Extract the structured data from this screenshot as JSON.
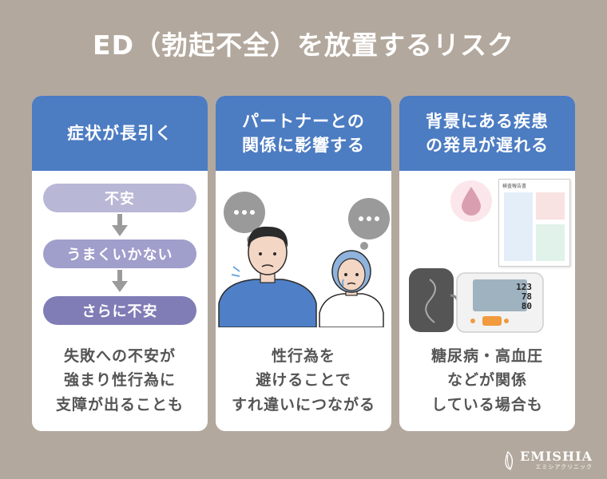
{
  "title": "ED（勃起不全）を放置するリスク",
  "cards": [
    {
      "heading_lines": [
        "症状が長引く"
      ],
      "flow": [
        "不安",
        "うまくいかない",
        "さらに不安"
      ],
      "body_lines": [
        "失敗への不安が",
        "強まり性行為に",
        "支障が出ることも"
      ]
    },
    {
      "heading_lines": [
        "パートナーとの",
        "関係に影響する"
      ],
      "bubble_text": "…",
      "body_lines": [
        "性行為を",
        "避けることで",
        "すれ違いにつながる"
      ]
    },
    {
      "heading_lines": [
        "背景にある疾患",
        "の発見が遅れる"
      ],
      "doc_title": "検査報告書",
      "bp_readings": [
        "123",
        "78",
        "80"
      ],
      "body_lines": [
        "糖尿病・高血圧",
        "などが関係",
        "している場合も"
      ]
    }
  ],
  "brand": {
    "name": "EMISHIA",
    "sub": "エミシアクリニック"
  },
  "colors": {
    "background": "#b3a89d",
    "card_header": "#4c7cc2",
    "flow_light": "#b9b7d6",
    "flow_mid": "#a09ecb",
    "flow_dark": "#7f7cb6"
  }
}
